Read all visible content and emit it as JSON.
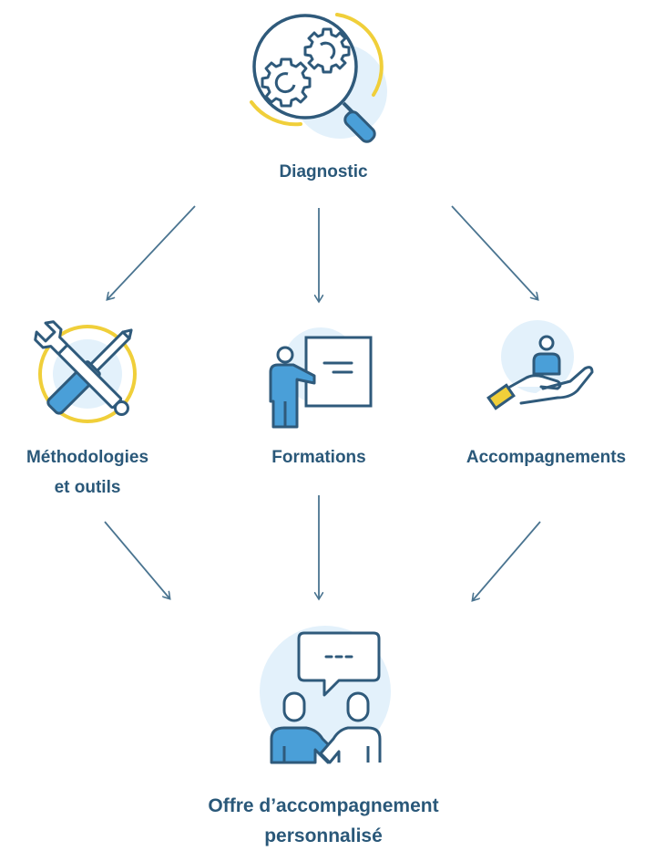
{
  "nodes": {
    "diagnostic": {
      "label": "Diagnostic",
      "icon": "magnifier-gears-icon"
    },
    "methodologies": {
      "label_line1": "Méthodologies",
      "label_line2": "et outils",
      "icon": "wrench-screwdriver-icon"
    },
    "formations": {
      "label": "Formations",
      "icon": "presenter-board-icon"
    },
    "accompagnements": {
      "label": "Accompagnements",
      "icon": "hand-person-icon"
    },
    "offre": {
      "label_line1": "Offre d’accompagnement",
      "label_line2": "personnalisé",
      "icon": "conversation-people-icon"
    }
  },
  "colors": {
    "text": "#2a5879",
    "stroke": "#2f5a7b",
    "accent_blue": "#4a9fd8",
    "circle_fill": "#e3f1fb",
    "arc_yellow": "#f0cf3a",
    "arrow": "#4a7490"
  }
}
